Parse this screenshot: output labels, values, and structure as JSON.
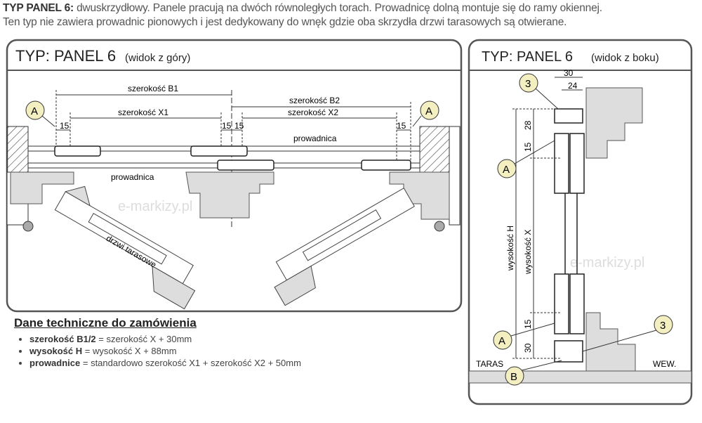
{
  "intro": {
    "lead": "TYP PANEL 6:",
    "line1": " dwuskrzydłowy. Panele pracują na dwóch równoległych torach. Prowadnicę dolną montuje się do ramy okiennej.",
    "line2": "Ten typ nie zawiera prowadnic pionowych i jest dedykowany do wnęk gdzie oba skrzydła drzwi tarasowych są otwierane."
  },
  "top_view": {
    "title": "TYP: PANEL 6",
    "subtitle": "(widok z góry)",
    "b1": "szerokość B1",
    "b2": "szerokość B2",
    "x1": "szerokość X1",
    "x2": "szerokość X2",
    "d15": "15",
    "marker_a": "A",
    "guide": "prowadnica",
    "door": "drzwi tarasowe",
    "watermark": "e-markizy.pl"
  },
  "side_view": {
    "title": "TYP: PANEL 6",
    "subtitle": "(widok z boku)",
    "d30": "30",
    "d24": "24",
    "d28": "28",
    "d15": "15",
    "height_h": "wysokość H",
    "height_x": "wysokość X",
    "marker_a": "A",
    "marker_3": "3",
    "marker_b": "B",
    "taras": "TARAS",
    "wew": "WEW.",
    "watermark": "e-markizy.pl"
  },
  "spec": {
    "heading": "Dane techniczne do zamówienia",
    "items": [
      {
        "key": "szerokość B1/2",
        "value": " = szerokość X + 30mm"
      },
      {
        "key": "wysokość H",
        "value": " = wysokość X + 88mm"
      },
      {
        "key": "prowadnice",
        "value": " = standardowo szerokość X1 + szerokość X2 + 50mm"
      }
    ]
  }
}
